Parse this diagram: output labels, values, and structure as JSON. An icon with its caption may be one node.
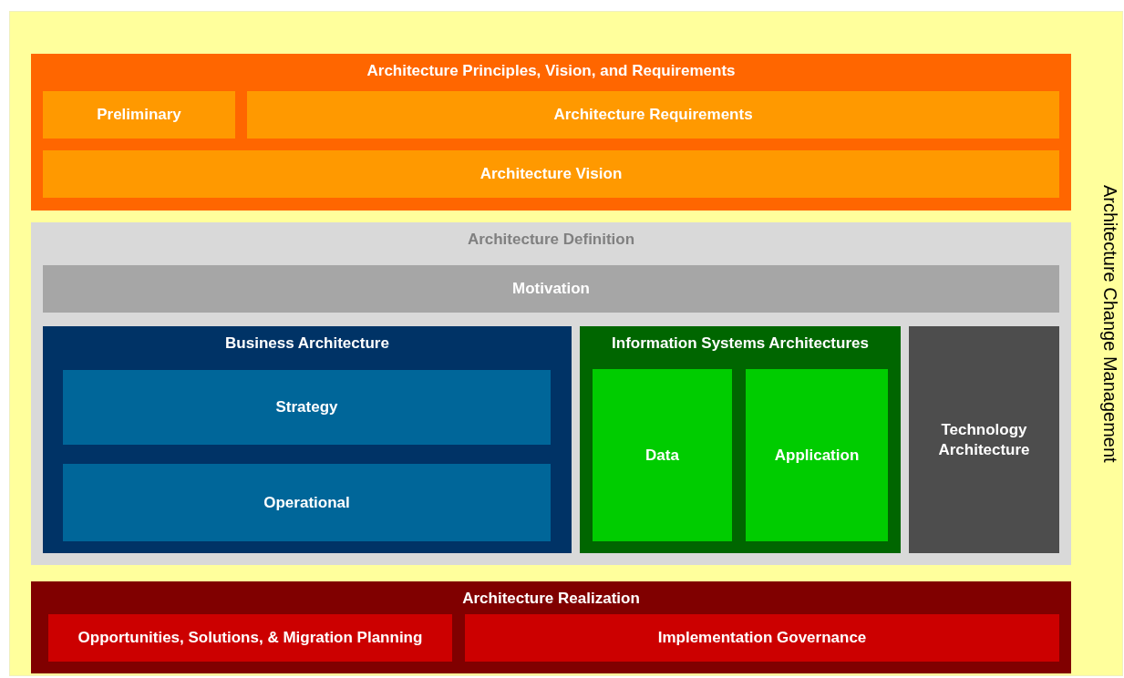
{
  "diagram": {
    "nodes": [
      {
        "text": [
          "Architecture Change Management"
        ]
      },
      {
        "text": [
          "Architecture Principles, Vision, and Requirements"
        ],
        "in": 0
      },
      {
        "text": [
          "Preliminary"
        ],
        "in": 1
      },
      {
        "text": [
          "Architecture Requirements"
        ],
        "in": 1
      },
      {
        "text": [
          "Architecture Vision"
        ],
        "in": 1
      },
      {
        "text": [
          "Architecture Definition"
        ],
        "in": 0
      },
      {
        "text": [
          "Motivation"
        ],
        "in": 5
      },
      {
        "text": [
          "Business Architecture"
        ],
        "in": 5
      },
      {
        "text": [
          "Strategy"
        ],
        "in": 7
      },
      {
        "text": [
          "Operational"
        ],
        "in": 7
      },
      {
        "text": [
          "Information Systems Architectures"
        ],
        "in": 5
      },
      {
        "text": [
          "Data"
        ],
        "in": 10
      },
      {
        "text": [
          "Application"
        ],
        "in": 10
      },
      {
        "text": [
          "Technology Architecture"
        ],
        "in": 5
      },
      {
        "text": [
          "Architecture Realization"
        ],
        "in": 0
      },
      {
        "text": [
          "Opportunities, Solutions, & Migration Planning"
        ],
        "in": 14
      },
      {
        "text": [
          "Implementation Governance"
        ],
        "in": 14
      }
    ]
  }
}
